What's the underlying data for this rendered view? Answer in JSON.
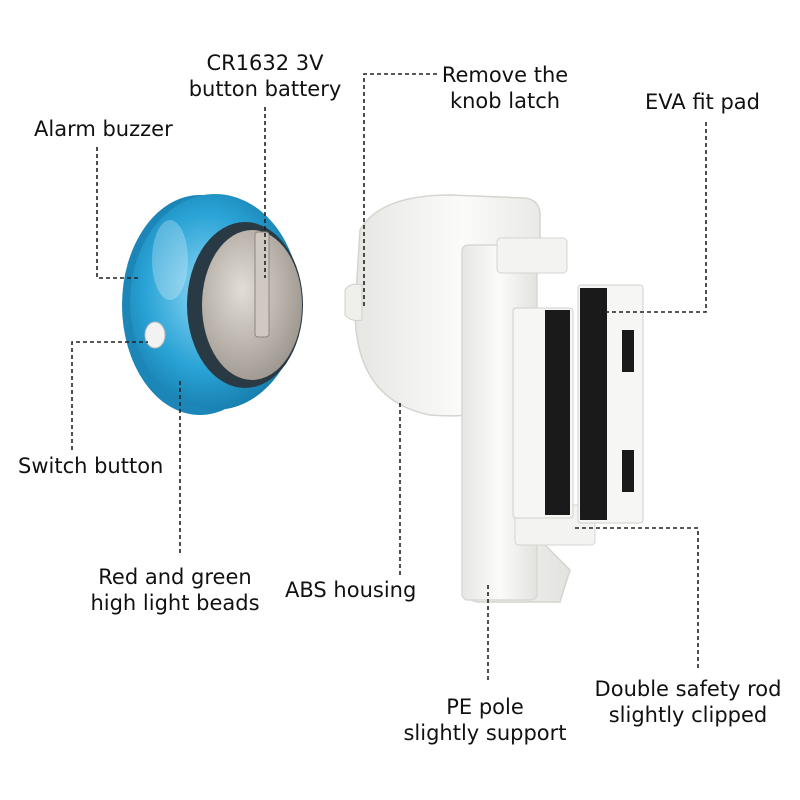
{
  "colors": {
    "background": "#ffffff",
    "text": "#111111",
    "leader_line": "#222222",
    "housing_blue": "#2aa3d6",
    "housing_blue_light": "#7fd0f0",
    "battery_silver": "#b9b4ae",
    "housing_white": "#f4f4f2",
    "pad_black": "#1a1a1a"
  },
  "labels": {
    "battery": [
      "CR1632 3V",
      "button battery"
    ],
    "buzzer": "Alarm buzzer",
    "latch": [
      "Remove the",
      "knob latch"
    ],
    "eva": "EVA fit pad",
    "switch": "Switch button",
    "beads": [
      "Red and green",
      "high light beads"
    ],
    "abs": "ABS housing",
    "pole": [
      "PE pole",
      "slightly support"
    ],
    "rod": [
      "Double safety rod",
      "slightly clipped"
    ]
  }
}
